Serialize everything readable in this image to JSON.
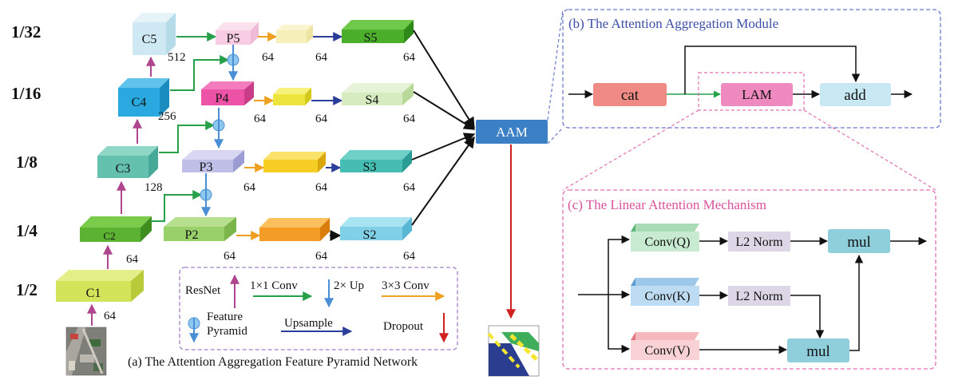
{
  "scales": [
    "1/32",
    "1/16",
    "1/8",
    "1/4",
    "1/2"
  ],
  "backbone": {
    "c5": {
      "label": "C5",
      "channels": "512"
    },
    "c4": {
      "label": "C4",
      "channels": "256"
    },
    "c3": {
      "label": "C3",
      "channels": "128"
    },
    "c2": {
      "label": "C2",
      "channels": "64"
    },
    "c1": {
      "label": "C1",
      "channels": "64"
    }
  },
  "pyramid": {
    "p5": {
      "label": "P5",
      "channels": "64"
    },
    "p4": {
      "label": "P4",
      "channels": "64"
    },
    "p3": {
      "label": "P3",
      "channels": "64"
    },
    "p2": {
      "label": "P2",
      "channels": "64"
    }
  },
  "mid_channels": {
    "l5": "64",
    "l4": "64",
    "l3": "64",
    "l2": "64"
  },
  "outputs": {
    "s5": {
      "label": "S5",
      "channels": "64"
    },
    "s4": {
      "label": "S4",
      "channels": "64"
    },
    "s3": {
      "label": "S3",
      "channels": "64"
    },
    "s2": {
      "label": "S2",
      "channels": "64"
    }
  },
  "aam": {
    "label": "AAM"
  },
  "legend": {
    "resnet": "ResNet",
    "conv1x1": "1×1 Conv",
    "up2x": "2× Up",
    "conv3x3": "3×3 Conv",
    "feature_pyramid_1": "Feature",
    "feature_pyramid_2": "Pyramid",
    "upsample": "Upsample",
    "dropout": "Dropout"
  },
  "caption_a": "(a) The Attention Aggregation Feature Pyramid Network",
  "panel_b": {
    "title": "(b) The Attention Aggregation Module",
    "cat": "cat",
    "lam": "LAM",
    "add": "add"
  },
  "panel_c": {
    "title": "(c) The Linear Attention Mechanism",
    "conv_q": "Conv(Q)",
    "conv_k": "Conv(K)",
    "conv_v": "Conv(V)",
    "norm_q": "L2 Norm",
    "norm_k": "L2 Norm",
    "mul_top": "mul",
    "mul_bottom": "mul"
  },
  "colors": {
    "resnet_arrow": "#b0458f",
    "conv1x1_arrow": "#27a04a",
    "up_arrow": "#4a8fd6",
    "conv3x3_arrow": "#f0a020",
    "upsample_arrow": "#2b3f9a",
    "dropout_arrow": "#d02020",
    "panel_b_border": "#6a7bd0",
    "panel_c_border": "#e070b0",
    "legend_border": "#a080c8"
  },
  "icons": [
    "aerial-input-image",
    "segmentation-output-image",
    "feature-pyramid-node-icon"
  ]
}
